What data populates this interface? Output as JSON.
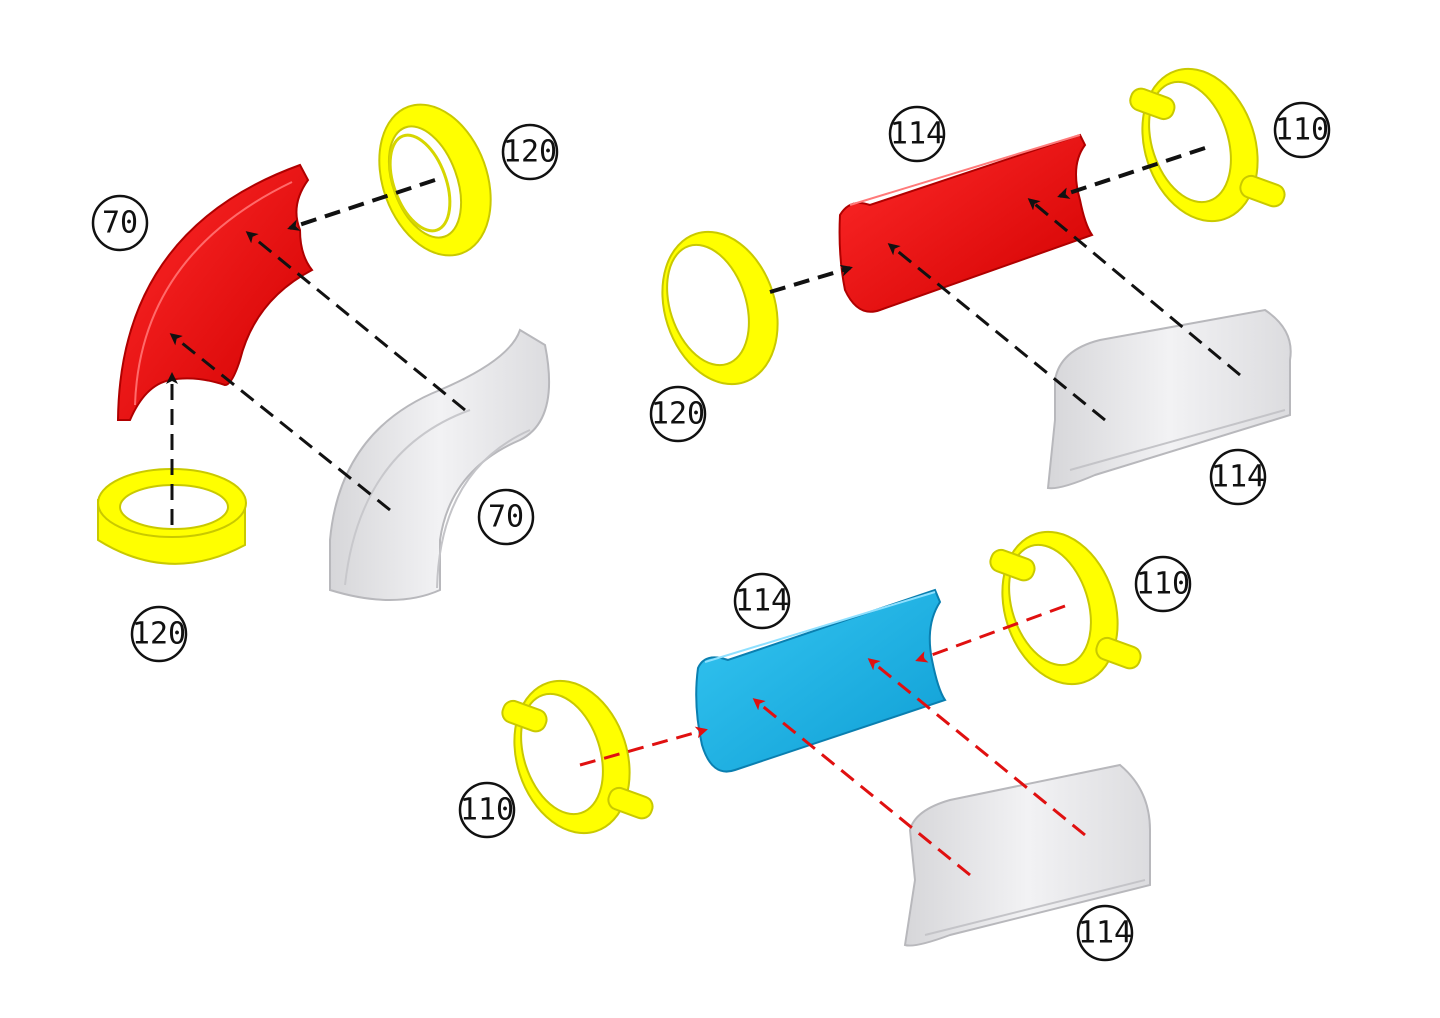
{
  "colors": {
    "background": "#ffffff",
    "red_part": "#ee0000",
    "yellow_part": "#ffff00",
    "blue_part": "#1ab2e6",
    "grey_part": "#e8e8ea",
    "black_arrow": "#111111",
    "red_arrow": "#e01010"
  },
  "callouts": [
    {
      "id": "c1",
      "text": "120"
    },
    {
      "id": "c2",
      "text": "70"
    },
    {
      "id": "c3",
      "text": "70"
    },
    {
      "id": "c4",
      "text": "120"
    },
    {
      "id": "c5",
      "text": "114"
    },
    {
      "id": "c6",
      "text": "110"
    },
    {
      "id": "c7",
      "text": "120"
    },
    {
      "id": "c8",
      "text": "114"
    },
    {
      "id": "c9",
      "text": "114"
    },
    {
      "id": "c10",
      "text": "110"
    },
    {
      "id": "c11",
      "text": "110"
    },
    {
      "id": "c12",
      "text": "114"
    }
  ],
  "parts": {
    "red_elbow": "red-elbow-shell",
    "grey_elbow": "grey-elbow-shell",
    "red_straight": "red-straight-shell",
    "grey_straight": "grey-straight-shell",
    "blue_straight": "blue-straight-shell",
    "yellow_ring": "yellow-ring",
    "yellow_latch_ring": "yellow-latch-ring"
  }
}
